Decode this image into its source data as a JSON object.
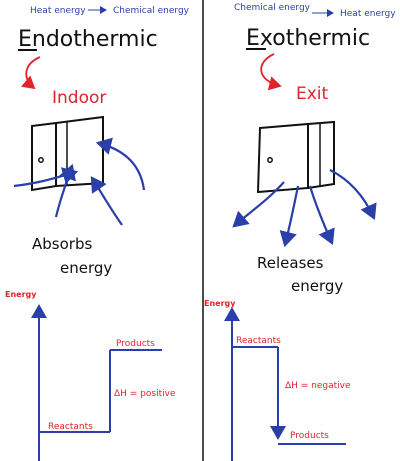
{
  "left": {
    "conversion_from": "Heat energy",
    "conversion_to": "Chemical energy",
    "title": "Endothermic",
    "mnemonic": "Indoor",
    "caption_line1": "Absorbs",
    "caption_line2": "energy",
    "graph": {
      "y_label": "Energy",
      "start_label": "Reactants",
      "end_label": "Products",
      "delta_label": "ΔH = positive"
    }
  },
  "right": {
    "conversion_from": "Chemical energy",
    "conversion_to": "Heat energy",
    "title": "Exothermic",
    "mnemonic": "Exit",
    "caption_line1": "Releases",
    "caption_line2": "energy",
    "graph": {
      "y_label": "Energy",
      "start_label": "Reactants",
      "end_label": "Products",
      "delta_label": "ΔH = negative"
    }
  },
  "colors": {
    "ink_blue": "#2a3fa8",
    "ink_red": "#e0242a",
    "ink_black": "#111111"
  }
}
